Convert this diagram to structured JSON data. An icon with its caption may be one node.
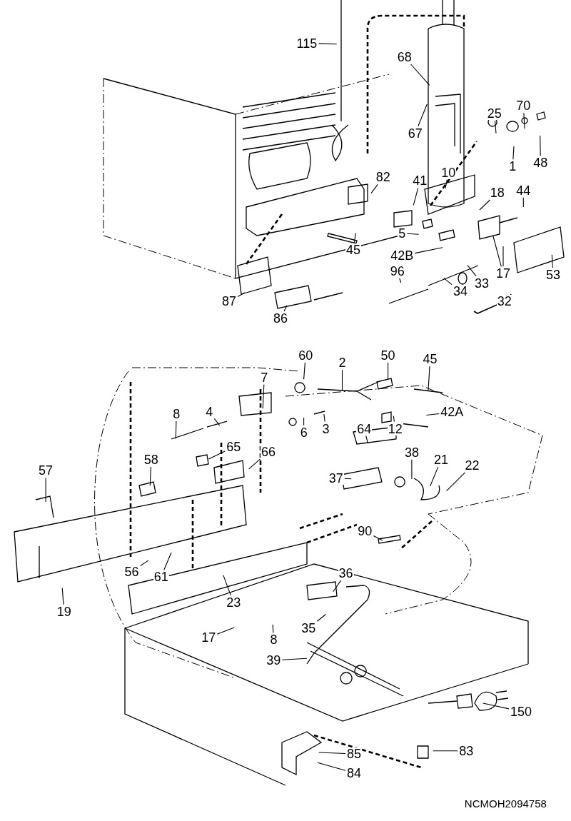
{
  "diagram": {
    "nodes": [
      {
        "text": [
          "115"
        ]
      },
      {
        "text": [
          "68"
        ]
      },
      {
        "text": [
          "67"
        ]
      },
      {
        "text": [
          "25"
        ]
      },
      {
        "text": [
          "70"
        ]
      },
      {
        "text": [
          "1"
        ]
      },
      {
        "text": [
          "48"
        ]
      },
      {
        "text": [
          "10"
        ]
      },
      {
        "text": [
          "82"
        ]
      },
      {
        "text": [
          "41"
        ]
      },
      {
        "text": [
          "18"
        ]
      },
      {
        "text": [
          "44"
        ]
      },
      {
        "text": [
          "5"
        ]
      },
      {
        "text": [
          "45"
        ]
      },
      {
        "text": [
          "42B"
        ]
      },
      {
        "text": [
          "96"
        ]
      },
      {
        "text": [
          "17"
        ]
      },
      {
        "text": [
          "53"
        ]
      },
      {
        "text": [
          "33"
        ]
      },
      {
        "text": [
          "34"
        ]
      },
      {
        "text": [
          "32"
        ]
      },
      {
        "text": [
          "87"
        ]
      },
      {
        "text": [
          "86"
        ]
      },
      {
        "text": [
          "60"
        ]
      },
      {
        "text": [
          "50"
        ]
      },
      {
        "text": [
          "45"
        ]
      },
      {
        "text": [
          "2"
        ]
      },
      {
        "text": [
          "7"
        ]
      },
      {
        "text": [
          "4"
        ]
      },
      {
        "text": [
          "8"
        ]
      },
      {
        "text": [
          "42A"
        ]
      },
      {
        "text": [
          "6"
        ]
      },
      {
        "text": [
          "3"
        ]
      },
      {
        "text": [
          "12"
        ]
      },
      {
        "text": [
          "64"
        ]
      },
      {
        "text": [
          "65"
        ]
      },
      {
        "text": [
          "66"
        ]
      },
      {
        "text": [
          "58"
        ]
      },
      {
        "text": [
          "57"
        ]
      },
      {
        "text": [
          "38"
        ]
      },
      {
        "text": [
          "21"
        ]
      },
      {
        "text": [
          "22"
        ]
      },
      {
        "text": [
          "37"
        ]
      },
      {
        "text": [
          "90"
        ]
      },
      {
        "text": [
          "36"
        ]
      },
      {
        "text": [
          "56"
        ]
      },
      {
        "text": [
          "61"
        ]
      },
      {
        "text": [
          "23"
        ]
      },
      {
        "text": [
          "19"
        ]
      },
      {
        "text": [
          "17"
        ]
      },
      {
        "text": [
          "35"
        ]
      },
      {
        "text": [
          "8"
        ]
      },
      {
        "text": [
          "39"
        ]
      },
      {
        "text": [
          "150"
        ]
      },
      {
        "text": [
          "83"
        ]
      },
      {
        "text": [
          "85"
        ]
      },
      {
        "text": [
          "84"
        ]
      }
    ],
    "edges": [
      {
        "from": 0,
        "to": null,
        "arrow": "none"
      },
      {
        "from": 1,
        "to": null,
        "arrow": "none"
      },
      {
        "from": 2,
        "to": null,
        "arrow": "none"
      },
      {
        "from": 3,
        "to": null,
        "arrow": "none"
      },
      {
        "from": 4,
        "to": null,
        "arrow": "none"
      },
      {
        "from": 5,
        "to": null,
        "arrow": "none"
      },
      {
        "from": 6,
        "to": null,
        "arrow": "none"
      },
      {
        "from": 7,
        "to": null,
        "arrow": "none"
      },
      {
        "from": 8,
        "to": null,
        "arrow": "none"
      },
      {
        "from": 9,
        "to": null,
        "arrow": "none"
      },
      {
        "from": 10,
        "to": null,
        "arrow": "none"
      },
      {
        "from": 11,
        "to": null,
        "arrow": "none"
      },
      {
        "from": 12,
        "to": null,
        "arrow": "none"
      },
      {
        "from": 13,
        "to": null,
        "arrow": "none"
      },
      {
        "from": 14,
        "to": null,
        "arrow": "none"
      },
      {
        "from": 15,
        "to": null,
        "arrow": "none"
      },
      {
        "from": 16,
        "to": null,
        "arrow": "none"
      },
      {
        "from": 16,
        "to": null,
        "arrow": "none"
      },
      {
        "from": 17,
        "to": null,
        "arrow": "none"
      },
      {
        "from": 18,
        "to": null,
        "arrow": "none"
      },
      {
        "from": 19,
        "to": null,
        "arrow": "none"
      },
      {
        "from": 21,
        "to": null,
        "arrow": "none"
      },
      {
        "from": 22,
        "to": null,
        "arrow": "none"
      },
      {
        "from": 23,
        "to": null,
        "arrow": "none"
      },
      {
        "from": 24,
        "to": null,
        "arrow": "none"
      },
      {
        "from": 25,
        "to": null,
        "arrow": "none"
      },
      {
        "from": 26,
        "to": null,
        "arrow": "none"
      },
      {
        "from": 27,
        "to": null,
        "arrow": "none"
      },
      {
        "from": 28,
        "to": null,
        "arrow": "none"
      },
      {
        "from": 29,
        "to": null,
        "arrow": "none"
      },
      {
        "from": 30,
        "to": null,
        "arrow": "none"
      },
      {
        "from": 31,
        "to": null,
        "arrow": "none"
      },
      {
        "from": 32,
        "to": null,
        "arrow": "none"
      },
      {
        "from": 33,
        "to": null,
        "arrow": "none"
      },
      {
        "from": 34,
        "to": null,
        "arrow": "none"
      },
      {
        "from": 35,
        "to": null,
        "arrow": "none"
      },
      {
        "from": 36,
        "to": null,
        "arrow": "none"
      },
      {
        "from": 37,
        "to": null,
        "arrow": "none"
      },
      {
        "from": 38,
        "to": null,
        "arrow": "none"
      },
      {
        "from": 39,
        "to": null,
        "arrow": "none"
      },
      {
        "from": 40,
        "to": null,
        "arrow": "none"
      },
      {
        "from": 41,
        "to": null,
        "arrow": "none"
      },
      {
        "from": 42,
        "to": null,
        "arrow": "none"
      },
      {
        "from": 43,
        "to": null,
        "arrow": "none"
      },
      {
        "from": 44,
        "to": null,
        "arrow": "none"
      },
      {
        "from": 45,
        "to": null,
        "arrow": "none"
      },
      {
        "from": 46,
        "to": null,
        "arrow": "none"
      },
      {
        "from": 47,
        "to": null,
        "arrow": "none"
      },
      {
        "from": 48,
        "to": null,
        "arrow": "none"
      },
      {
        "from": 49,
        "to": null,
        "arrow": "none"
      },
      {
        "from": 50,
        "to": null,
        "arrow": "none"
      },
      {
        "from": 51,
        "to": null,
        "arrow": "none"
      },
      {
        "from": 52,
        "to": null,
        "arrow": "none"
      },
      {
        "from": 53,
        "to": null,
        "arrow": "none"
      },
      {
        "from": 54,
        "to": null,
        "arrow": "none"
      },
      {
        "from": 55,
        "to": null,
        "arrow": "none"
      },
      {
        "from": 56,
        "to": null,
        "arrow": "none"
      }
    ],
    "labels": [
      "NCMOH2094758"
    ]
  }
}
